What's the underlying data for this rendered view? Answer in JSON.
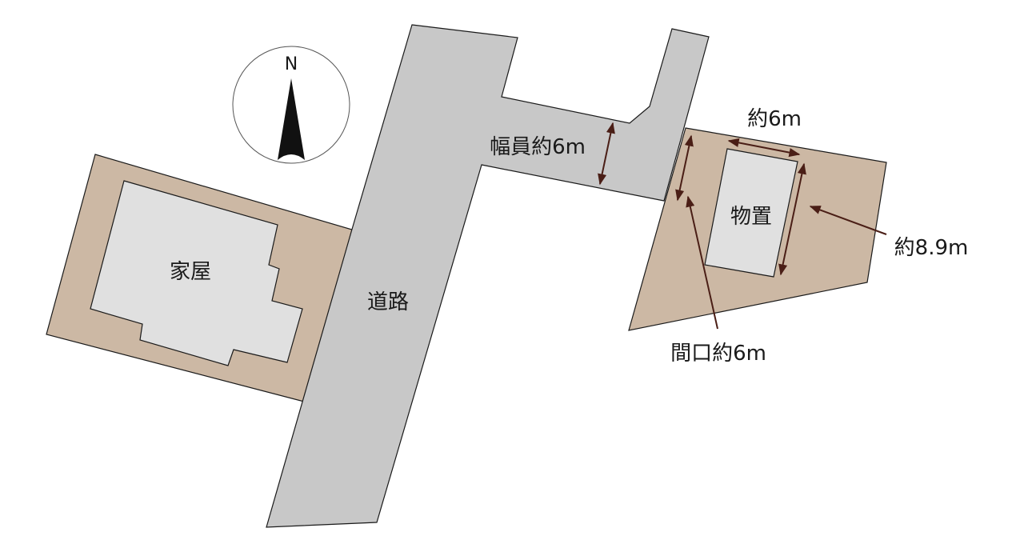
{
  "compass": {
    "label": "N",
    "icon": "north-arrow-icon"
  },
  "labels": {
    "house": "家屋",
    "road": "道路",
    "road_width": "幅員約6m",
    "storage": "物置",
    "storage_width": "約6m",
    "storage_depth": "約8.9m",
    "frontage": "間口約6m"
  },
  "colors": {
    "lot": "#ccb8a4",
    "building": "#e0e0e0",
    "road": "#c8c8c8",
    "arrow": "#4a1e16",
    "outline": "#1a1a1a"
  }
}
